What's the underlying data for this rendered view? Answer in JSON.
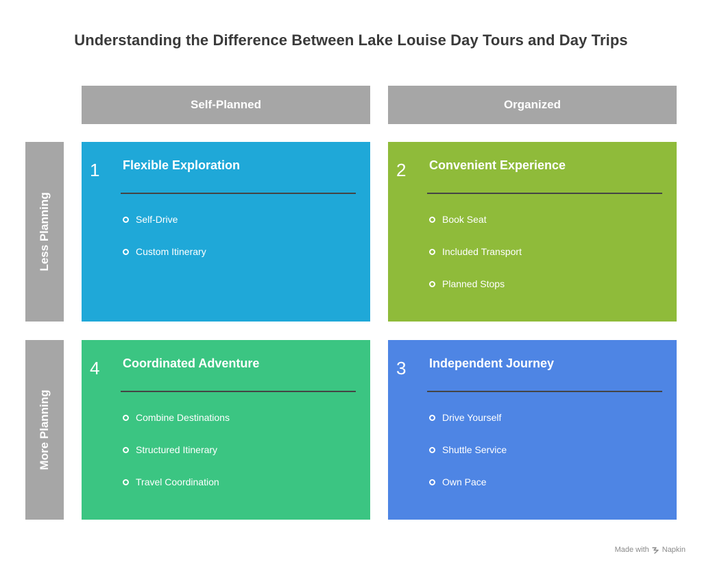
{
  "title": "Understanding the Difference Between Lake Louise Day Tours and Day Trips",
  "columns": [
    "Self-Planned",
    "Organized"
  ],
  "rows": [
    "Less Planning",
    "More Planning"
  ],
  "quadrants": [
    {
      "number": "1",
      "heading": "Flexible Exploration",
      "color": "#1fa8d8",
      "items": [
        "Self-Drive",
        "Custom Itinerary"
      ]
    },
    {
      "number": "2",
      "heading": "Convenient Experience",
      "color": "#8fbb3a",
      "items": [
        "Book Seat",
        "Included Transport",
        "Planned Stops"
      ]
    },
    {
      "number": "4",
      "heading": "Coordinated Adventure",
      "color": "#3bc582",
      "items": [
        "Combine Destinations",
        "Structured Itinerary",
        "Travel Coordination"
      ]
    },
    {
      "number": "3",
      "heading": "Independent Journey",
      "color": "#4e85e4",
      "items": [
        "Drive Yourself",
        "Shuttle Service",
        "Own Pace"
      ]
    }
  ],
  "footer": {
    "made_with": "Made with",
    "brand": "Napkin",
    "brand_icon": "napkin-logo-icon"
  }
}
